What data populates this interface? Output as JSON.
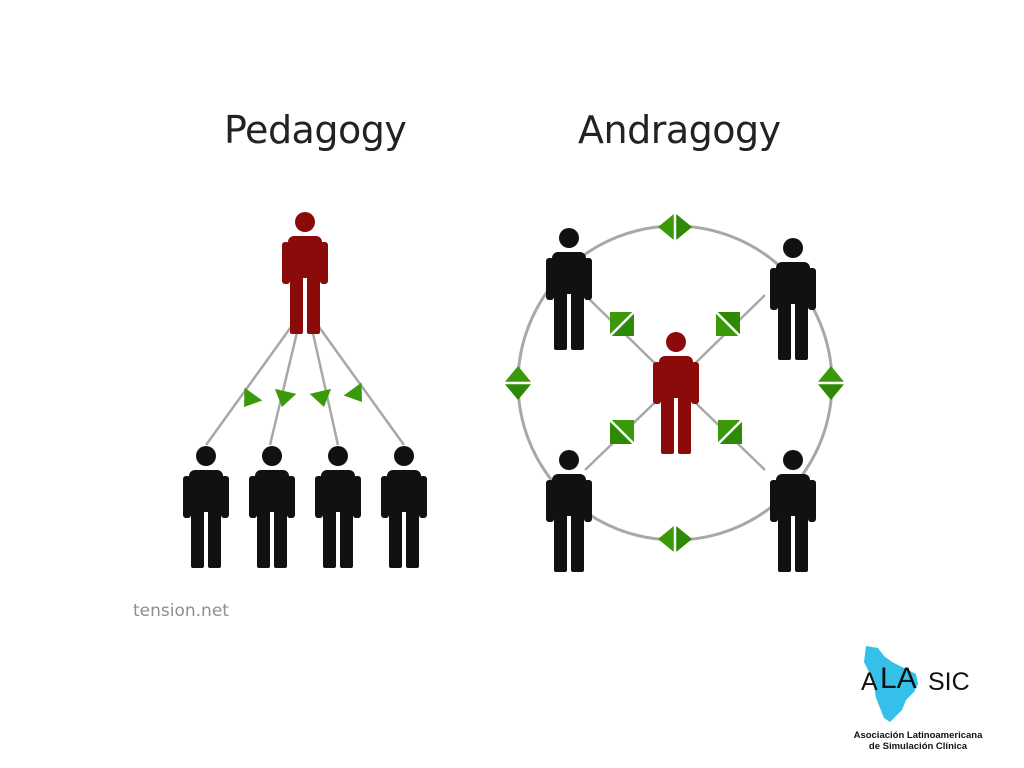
{
  "titles": {
    "left": "Pedagogy",
    "right": "Andragogy"
  },
  "credit": "tension.net",
  "logo": {
    "word_a": "A",
    "word_la": "LA",
    "word_sic": "SIC",
    "subtitle_line1": "Asociación Latinoamericana",
    "subtitle_line2": "de Simulación Clínica"
  },
  "colors": {
    "teacher": "#8b0a0a",
    "learner": "#111111",
    "arrow": "#3a9a0a",
    "line": "#a8a8a8",
    "logo_map": "#35c0ea"
  }
}
